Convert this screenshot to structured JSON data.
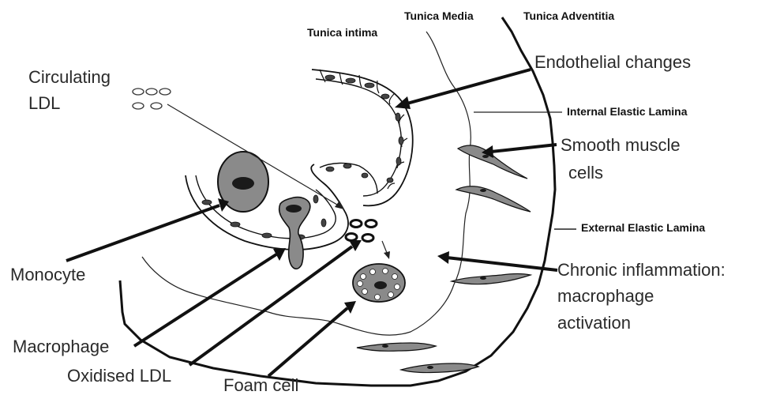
{
  "layers": {
    "tunica_intima": "Tunica intima",
    "tunica_media": "Tunica Media",
    "tunica_adventitia": "Tunica Adventitia"
  },
  "labels": {
    "circulating_ldl_line1": "Circulating",
    "circulating_ldl_line2": "LDL",
    "endothelial_changes": "Endothelial changes",
    "internal_elastic_lamina": "Internal Elastic Lamina",
    "smooth_muscle_line1": "Smooth muscle",
    "smooth_muscle_line2": "cells",
    "external_elastic_lamina": "External Elastic Lamina",
    "monocyte": "Monocyte",
    "chronic_inflammation_line1": "Chronic inflammation:",
    "chronic_inflammation_line2": "macrophage",
    "chronic_inflammation_line3": "activation",
    "macrophage": "Macrophage",
    "oxidised_ldl": "Oxidised LDL",
    "foam_cell": "Foam cell"
  },
  "colors": {
    "line": "#111111",
    "cell_fill": "#8a8a8a",
    "nucleus": "#1a1a1a",
    "text": "#2a2a2a"
  }
}
